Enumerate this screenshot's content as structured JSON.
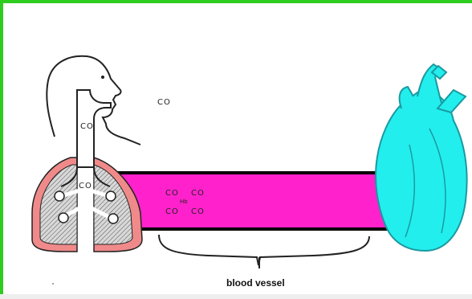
{
  "labels": {
    "co_air": "CO",
    "co_throat": "CO",
    "co_lung": "CO",
    "co_blood_1": "CO",
    "co_blood_2": "CO",
    "co_blood_3": "CO",
    "co_blood_4": "CO",
    "hb": "Hb",
    "vessel_caption": "blood vessel"
  },
  "colors": {
    "frame": "#2ecc1f",
    "vessel": "#ff22cc",
    "heart": "#22eeee",
    "lung_outline": "#e88080"
  }
}
